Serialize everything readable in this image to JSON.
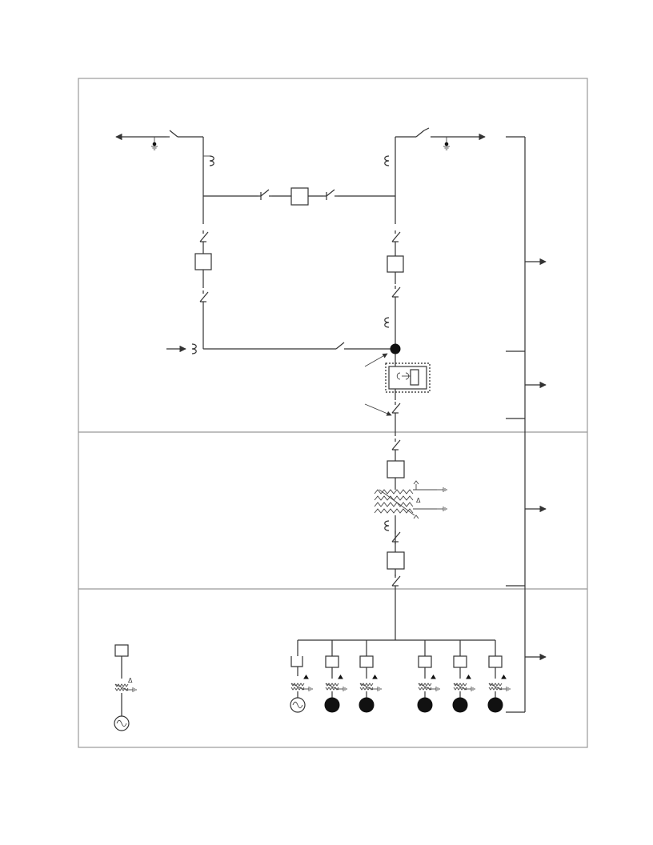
{
  "diagram": {
    "kind": "single-line electrical diagram",
    "zones": 3,
    "motor_loads": 5,
    "generators": 2,
    "transformer_winding_symbol": "Δ",
    "colors": {
      "line": "#333333",
      "frame": "#999999",
      "fill_dark": "#111111",
      "background": "#ffffff"
    }
  }
}
